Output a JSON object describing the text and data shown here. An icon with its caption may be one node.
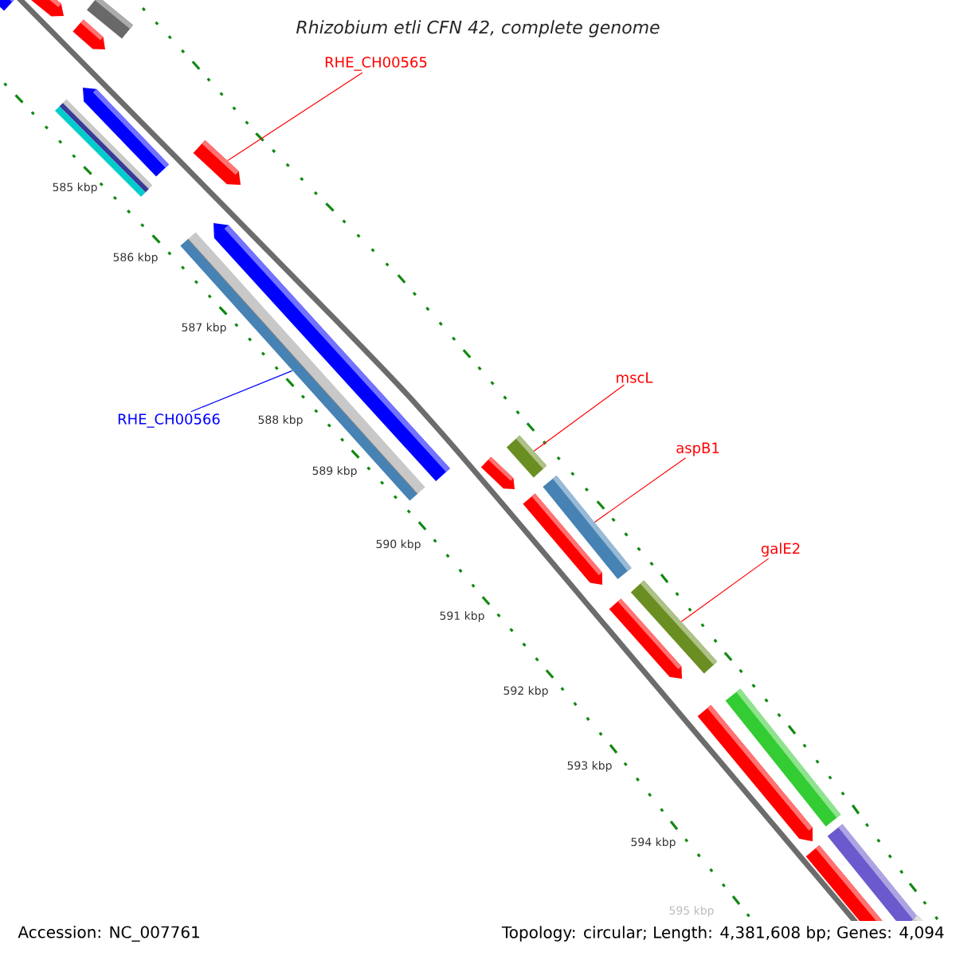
{
  "diagram": {
    "title": "Rhizobium etli CFN 42, complete genome",
    "nodes": [
      {
        "text": [
          "RHE_CH00565"
        ]
      },
      {
        "text": [
          "mscL"
        ]
      },
      {
        "text": [
          "RHE_CH00566"
        ]
      },
      {
        "text": [
          "aspB1"
        ]
      },
      {
        "text": [
          "galE2"
        ]
      },
      {
        "text": [],
        "shape": "bar"
      },
      {
        "text": [],
        "shape": "bar"
      },
      {
        "text": [],
        "shape": "bar"
      },
      {
        "text": [],
        "shape": "bar"
      },
      {
        "text": [],
        "shape": "bar"
      }
    ],
    "edges": [
      {
        "from": 0,
        "to": 5,
        "arrow": "none"
      },
      {
        "from": 1,
        "to": 7,
        "arrow": "none"
      },
      {
        "from": 2,
        "to": 6,
        "arrow": "none",
        "color": "#0000ff"
      },
      {
        "from": 3,
        "to": 8,
        "arrow": "none"
      },
      {
        "from": 4,
        "to": 9,
        "arrow": "none"
      }
    ],
    "labels": [
      "585 kbp",
      "586 kbp",
      "587 kbp",
      "588 kbp",
      "589 kbp",
      "590 kbp",
      "591 kbp",
      "592 kbp",
      "593 kbp",
      "594 kbp",
      "595 kbp",
      "Accession: NC_007761",
      "Topology: circular; Length: 4,381,608 bp; Genes: 4,094"
    ]
  }
}
